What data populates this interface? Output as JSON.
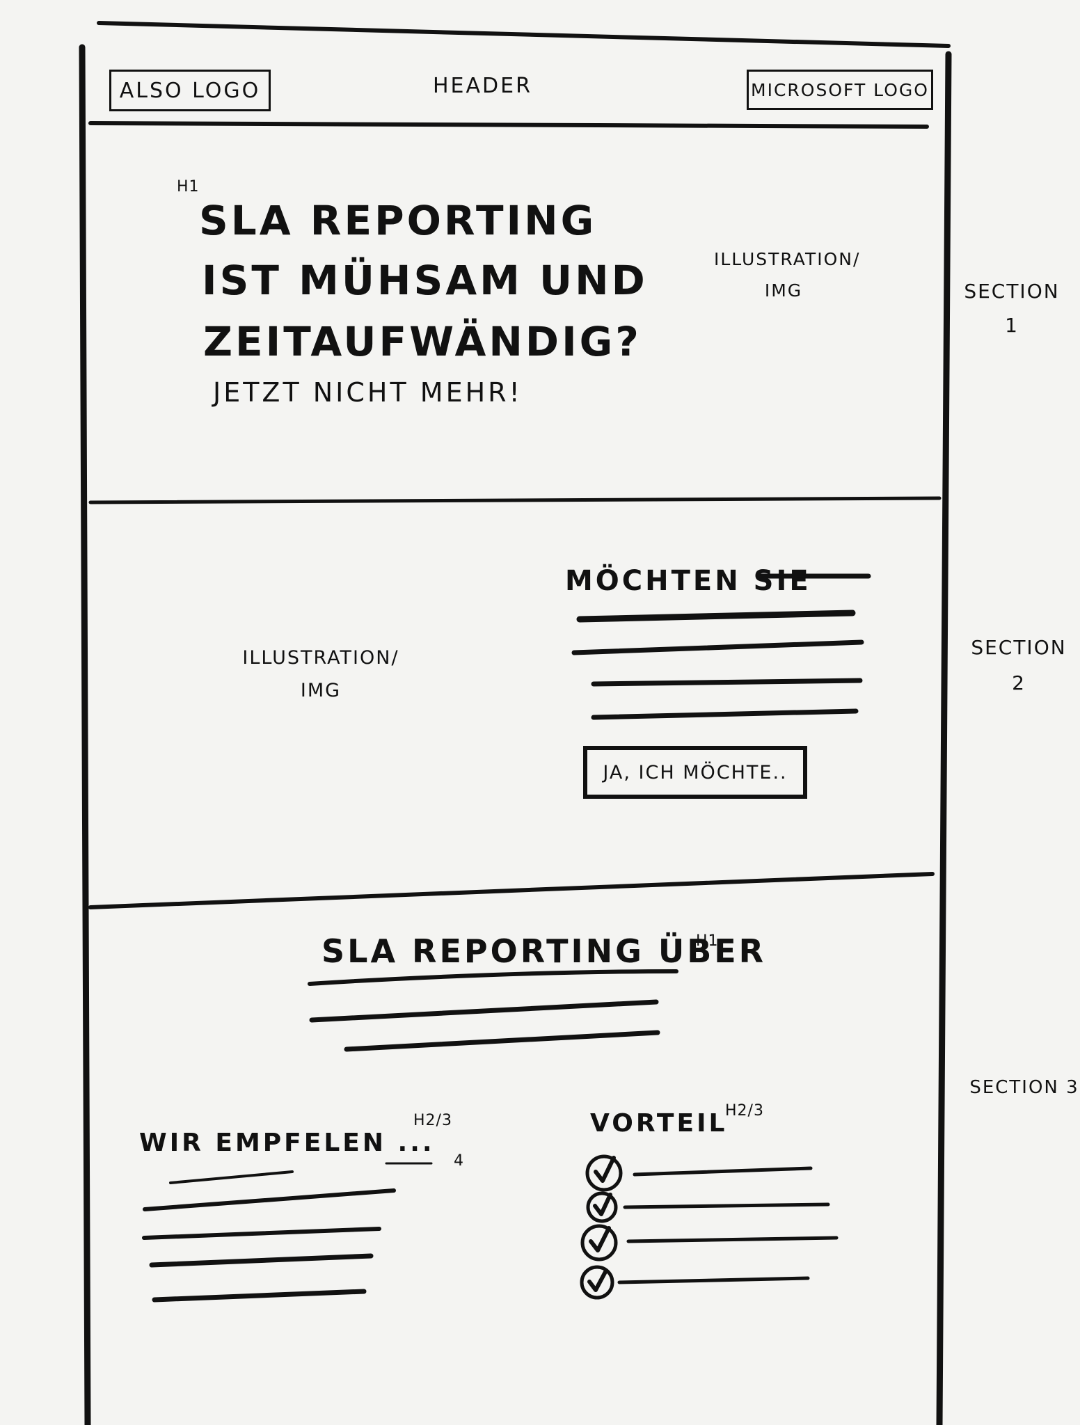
{
  "header": {
    "left_logo": "ALSO LOGO",
    "title": "HEADER",
    "right_logo": "MICROSOFT LOGO"
  },
  "section1": {
    "h1_marker": "H1",
    "headline": [
      "SLA REPORTING",
      "IST MÜHSAM UND",
      "ZEITAUFWÄNDIG?"
    ],
    "subline": "JETZT NICHT MEHR!",
    "image_placeholder": [
      "ILLUSTRATION/",
      "IMG"
    ],
    "side_label": [
      "SECTION",
      "1"
    ]
  },
  "section2": {
    "image_placeholder": [
      "ILLUSTRATION/",
      "IMG"
    ],
    "heading": "MÖCHTEN SIE",
    "cta_label": "JA, ICH MÖCHTE..",
    "side_label": [
      "SECTION",
      "2"
    ]
  },
  "section3": {
    "heading": "SLA REPORTING ÜBER",
    "heading_marker": "H1",
    "left_heading": "WIR EMPFELEN ...",
    "left_marker": "H2/3",
    "left_marker_small": "4",
    "right_heading": "VORTEIL",
    "right_marker": "H2/3",
    "benefit_count": 4,
    "side_label": [
      "SECTION 3"
    ]
  },
  "colors": {
    "ink": "#111111",
    "paper": "#f4f4f2"
  },
  "icons": [
    "check-circle-icon"
  ]
}
